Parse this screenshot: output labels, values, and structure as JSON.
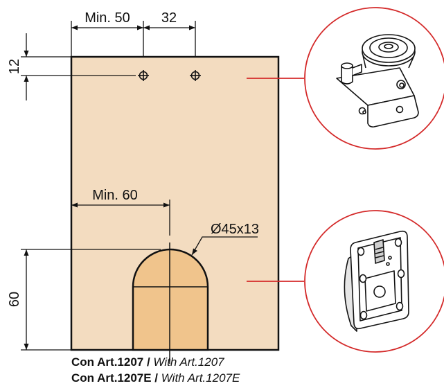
{
  "drawing": {
    "dim_min50": "Min. 50",
    "dim_32": "32",
    "dim_12": "12",
    "dim_min60": "Min. 60",
    "dim_hole": "Ø45x13",
    "dim_60": "60"
  },
  "captions": [
    {
      "bold": "Con Art.1207 /",
      "italic": "With Art.1207"
    },
    {
      "bold": "Con Art.1207E /",
      "italic": "With Art.1207E"
    }
  ],
  "colors": {
    "panel": "#f3dcc0",
    "recess": "#f0c48c",
    "callout": "#d42a2a",
    "line": "#111111"
  }
}
